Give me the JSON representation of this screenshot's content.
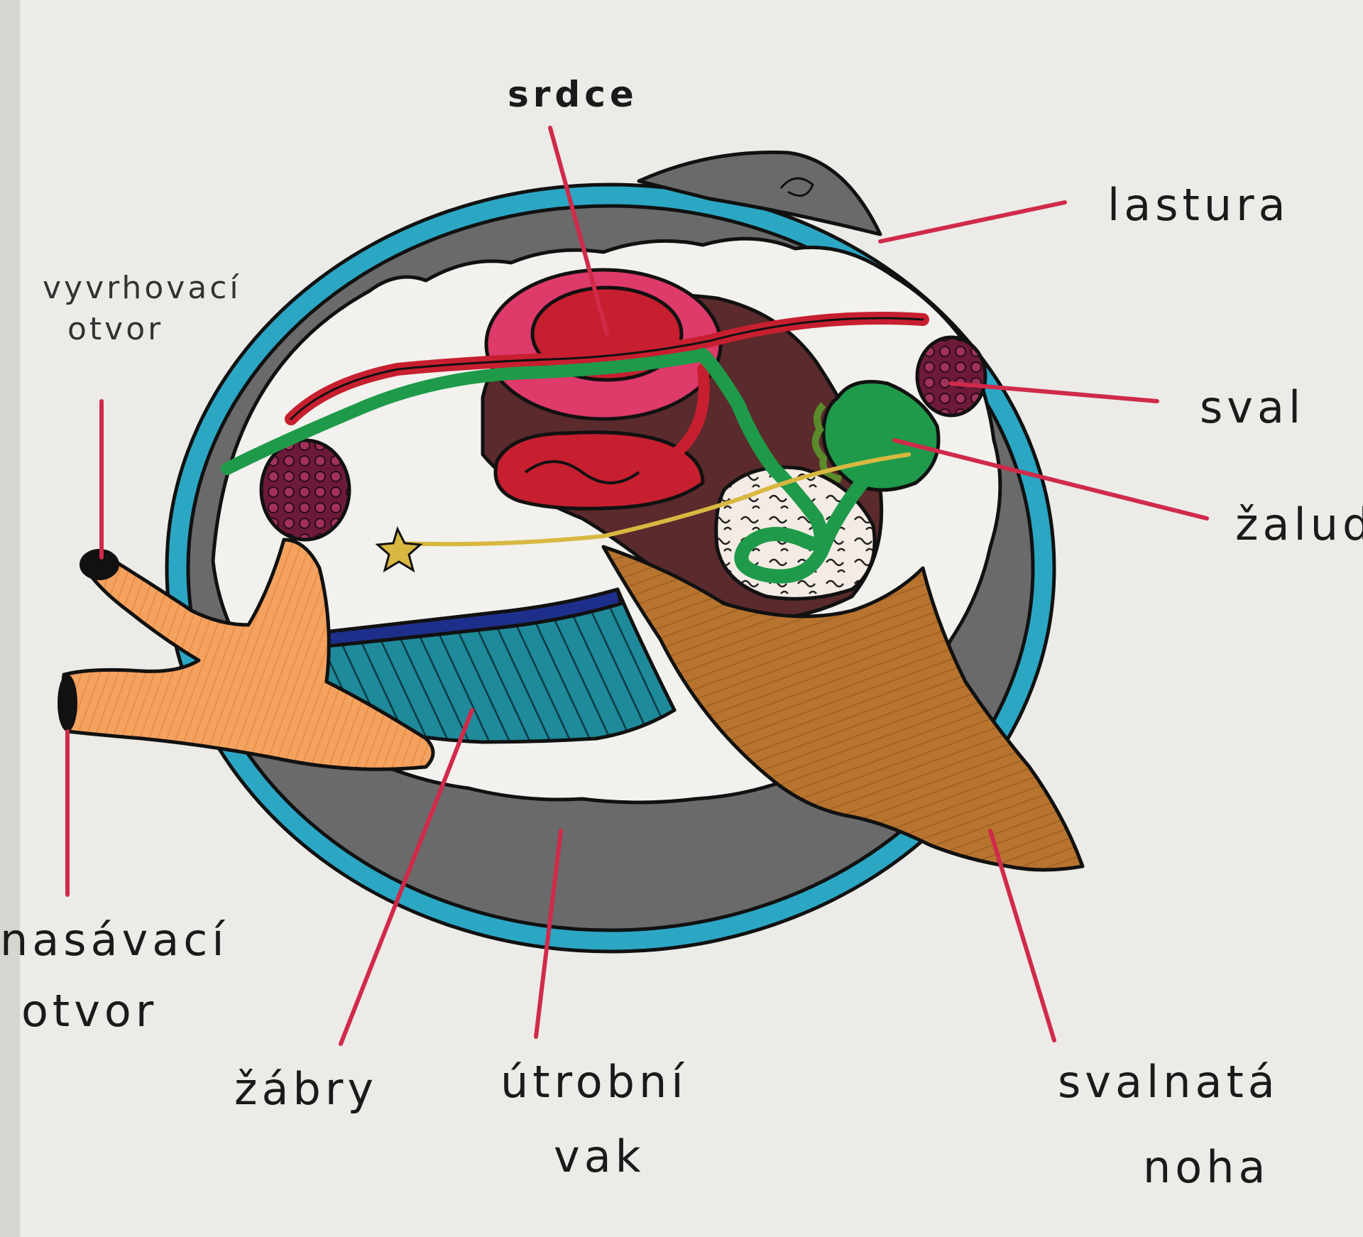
{
  "labels": {
    "heart": "srdce",
    "shell": "lastura",
    "muscle": "sval",
    "stomach": "žaludek",
    "exhalant_siphon_line1": "vyvrhovací",
    "exhalant_siphon_line2": "otvor",
    "inhalant_siphon_line1": "nasávací",
    "inhalant_siphon_line2": "otvor",
    "gills": "žábry",
    "visceral_sac_line1": "útrobní",
    "visceral_sac_line2": "vak",
    "foot_line1": "svalnatá",
    "foot_line2": "noha"
  },
  "colors": {
    "paper": "#ecebe7",
    "shell_blue": "#2ba7c4",
    "mantle_grey": "#6a6a6a",
    "heart_red": "#c71f2f",
    "heart_pink": "#de3a6a",
    "visceral_brown": "#5a2a2c",
    "foot_brown": "#b8742f",
    "siphon_orange": "#f4a260",
    "gill_teal": "#1e8a9a",
    "gill_dark_blue": "#1d2f8a",
    "stomach_green": "#1f9a4a",
    "muscle_maroon": "#6d1a3a",
    "pointer_red": "#d02a4a",
    "nerve_yellow": "#d8b840"
  }
}
